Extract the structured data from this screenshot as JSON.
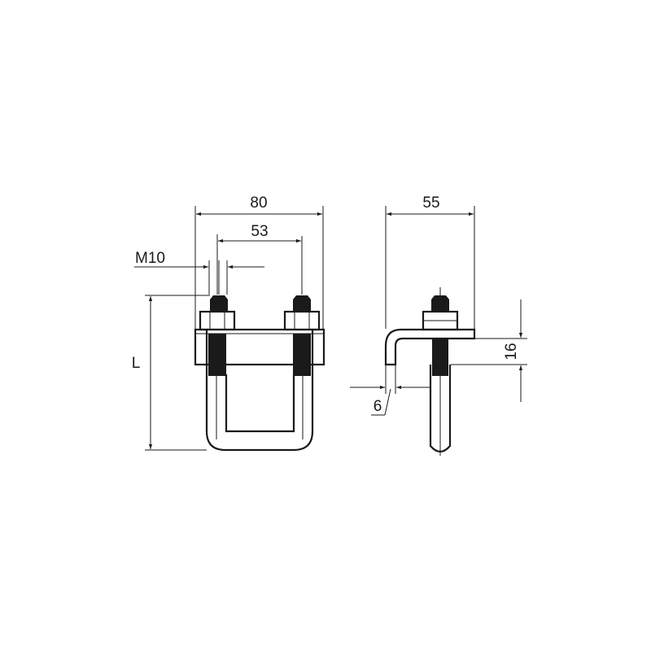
{
  "dimensions": {
    "overall_width": "80",
    "bolt_spacing": "53",
    "thread": "M10",
    "length": "L",
    "depth": "55",
    "plate_thickness": "6",
    "flange_height": "16"
  },
  "colors": {
    "line": "#1a1a1a",
    "thread_fill": "#1a1a1a",
    "background": "#ffffff"
  }
}
